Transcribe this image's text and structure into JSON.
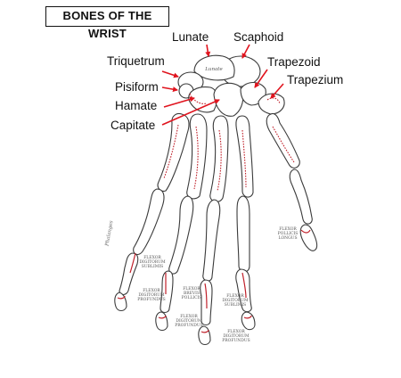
{
  "title": "BONES OF THE WRIST",
  "labels": {
    "lunate": "Lunate",
    "scaphoid": "Scaphoid",
    "triquetrum": "Triquetrum",
    "trapezoid": "Trapezoid",
    "pisiform": "Pisiform",
    "trapezium": "Trapezium",
    "hamate": "Hamate",
    "capitate": "Capitate"
  },
  "bone_text": {
    "lunate": "Lunate",
    "phalanges": "Phalanges"
  },
  "muscle_labels": {
    "fds_1": "FLEXOR DIGITORUM SUBLIMIS",
    "fdp_1": "FLEXOR DIGITORUM PROFUNDUS",
    "fbp": "FLEXOR BREVIS POLLICIS",
    "fds_2": "FLEXOR DIGITORUM SUBLIMIS",
    "fdp_2": "FLEXOR DIGITORUM PROFUNDUS",
    "fdp_3": "FLEXOR DIGITORUM PROFUNDUS",
    "flp": "FLEXOR POLLICIS LONGUS"
  },
  "colors": {
    "arrow": "#e0141e",
    "bone_outline": "#3a3a3a",
    "muscle_attachment": "#c0202a"
  }
}
